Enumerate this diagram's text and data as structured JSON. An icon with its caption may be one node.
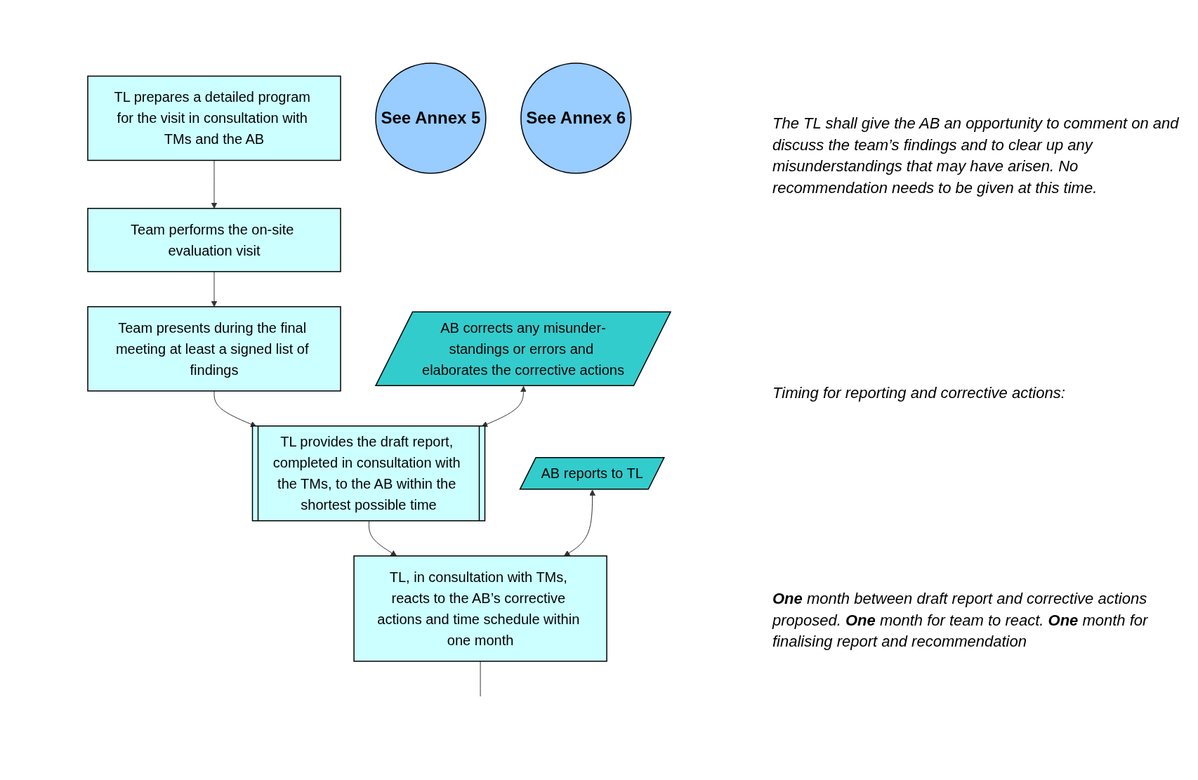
{
  "diagram": {
    "nodes": [
      {
        "text": [
          "TL prepares a detailed program for the visit in consultation with TMs and the AB"
        ]
      },
      {
        "text": [
          "See Annex 5"
        ]
      },
      {
        "text": [
          "Team performs the on-site evaluation visit"
        ]
      },
      {
        "text": [
          "Team presents during the final meeting at least a signed list of findings"
        ]
      },
      {
        "text": [
          "AB corrects any misunder-standings or errors and elaborates the corrective actions"
        ]
      },
      {
        "text": [
          "TL provides the draft report, completed in consultation with the TMs, to the AB within the shortest possible time"
        ]
      },
      {
        "text": [
          "See Annex 6"
        ]
      },
      {
        "text": [
          "AB reports to TL"
        ]
      },
      {
        "text": [
          "TL, in consultation with TMs, reacts to the AB’s corrective actions and time schedule within one month"
        ]
      }
    ],
    "edges": [
      {
        "from": 0,
        "to": 2,
        "arrow": "to"
      },
      {
        "from": 2,
        "to": 3,
        "arrow": "to"
      },
      {
        "from": 3,
        "to": 5,
        "arrow": "to"
      },
      {
        "from": 4,
        "to": 5,
        "arrow": "both"
      },
      {
        "from": 5,
        "to": 8,
        "arrow": "to"
      },
      {
        "from": 7,
        "to": 8,
        "arrow": "both"
      },
      {
        "from": 8,
        "to": null,
        "arrow": "none"
      }
    ],
    "labels": [
      "The TL shall give the AB an opportunity to comment on and discuss the team’s findings and to clear up any misunderstandings that may have arisen. No recommendation needs to be given at this time.",
      "Timing for reporting and corrective actions:",
      "**One** month between draft report and corrective actions proposed. **One** month for team to react. **One** month for finalising report and recommendation"
    ]
  }
}
